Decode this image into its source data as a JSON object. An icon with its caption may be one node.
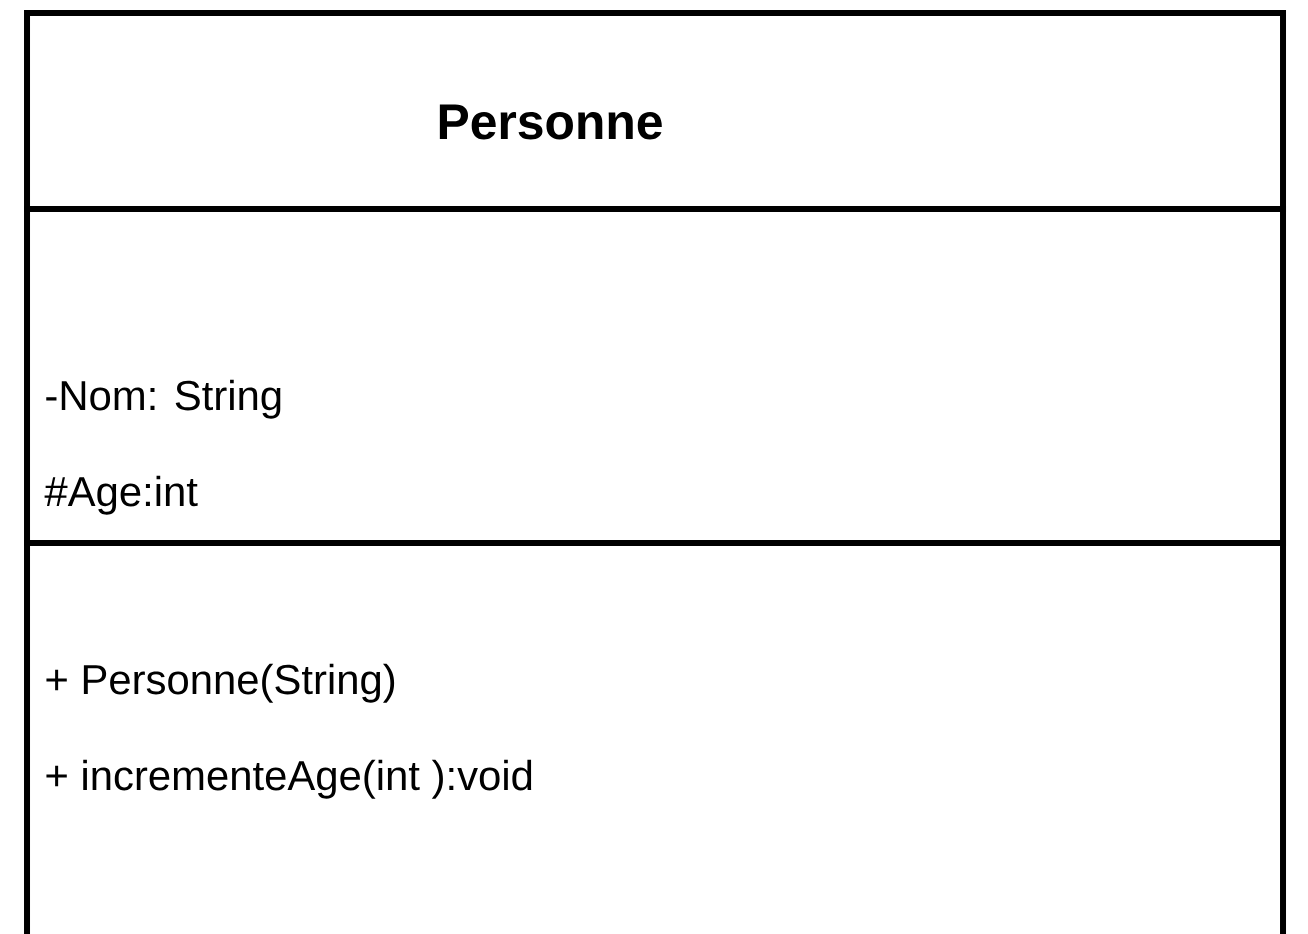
{
  "diagram": {
    "nodes": [
      {
        "text": [
          "Personne"
        ]
      },
      {
        "text": [
          "-Nom: String",
          "#Age:int"
        ]
      },
      {
        "text": [
          "+ Personne(String)",
          "+ incrementeAge(int ):void"
        ]
      }
    ]
  }
}
